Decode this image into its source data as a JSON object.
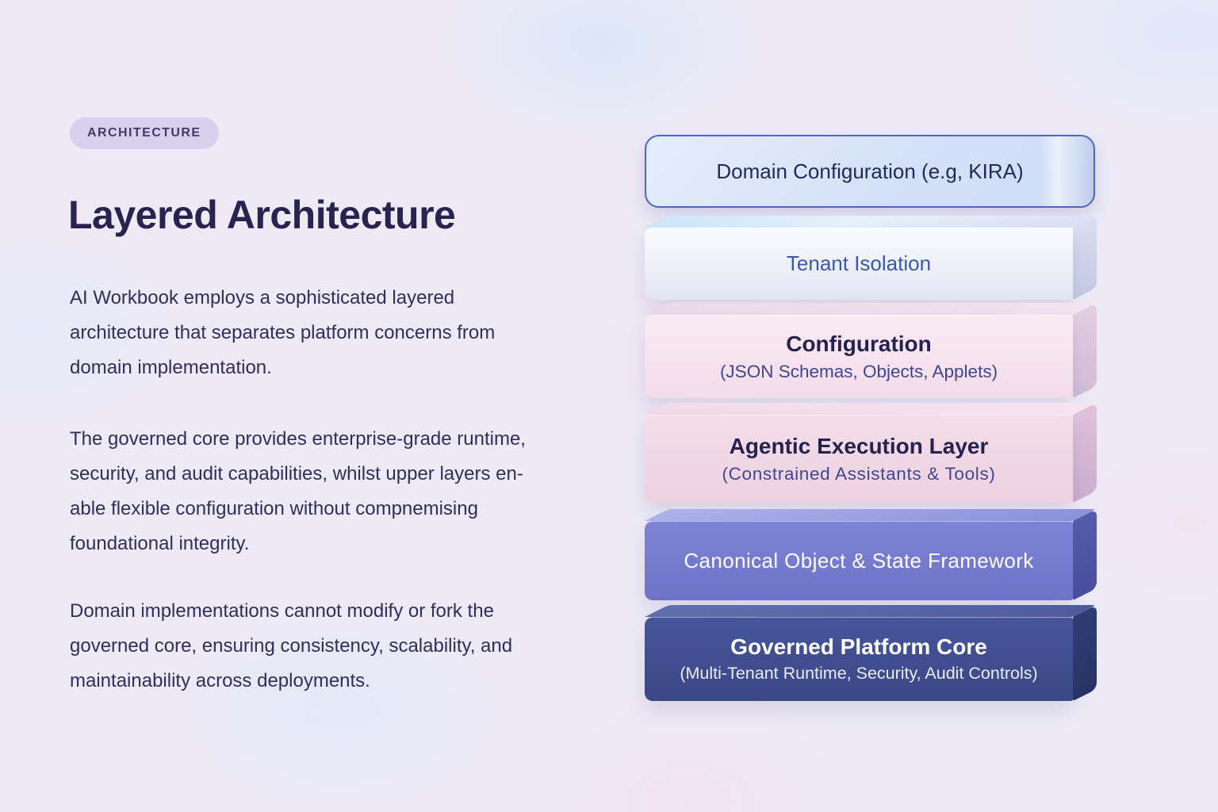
{
  "header": {
    "badge": "ARCHITECTURE",
    "title": "Layered Architecture"
  },
  "body": {
    "paragraphs": [
      {
        "lines": [
          "AI Workbook employs a sophisticated layered",
          "architecture that separates platform concerns from",
          "domain implementation."
        ]
      },
      {
        "lines": [
          "The governed core provides enterprise-grade runtime,",
          "security, and audit capabilities, whilst upper layers en-",
          "able flexible configuration without compnemising",
          "foundational integrity."
        ]
      },
      {
        "lines": [
          "Domain implementations cannot modify or fork the",
          "governed core, ensuring consistency, scalability, and",
          "maintainability across deployments."
        ]
      }
    ]
  },
  "diagram": {
    "layers": [
      {
        "id": "domain-configuration",
        "label": "Domain Configuration (e.g, KIRA)",
        "fill": "#d7e3f8",
        "border_color": "#4c66c2",
        "text_color": "#1f2a5a"
      },
      {
        "id": "tenant-isolation",
        "label": "Tenant Isolation",
        "fill": "#eef0f9",
        "text_color": "#3d57ad"
      },
      {
        "id": "configuration",
        "label": "Configuration",
        "sublabel": "(JSON Schemas, Objects, Applets)",
        "fill": "#f5e2ed",
        "text_color": "#24224f",
        "subtext_color": "#3f4694"
      },
      {
        "id": "agentic-execution-layer",
        "label": "Agentic Execution Layer",
        "sublabel": "(Constrained Assistants & Tools)",
        "fill": "#f0d6e3",
        "text_color": "#24224f",
        "subtext_color": "#3f4694"
      },
      {
        "id": "canonical-object-state-framework",
        "label": "Canonical Object & State Framework",
        "fill": "#747ace",
        "text_color": "#ffffff"
      },
      {
        "id": "governed-platform-core",
        "label": "Governed Platform Core",
        "sublabel": "(Multi-Tenant Runtime, Security, Audit Controls)",
        "fill": "#3e4b8c",
        "text_color": "#ffffff"
      }
    ]
  },
  "colors": {
    "page_background": "#edeaf6",
    "badge_background": "#d9cfec",
    "badge_text": "#443a6a",
    "title_text": "#28234f",
    "body_text": "#312d5e"
  }
}
